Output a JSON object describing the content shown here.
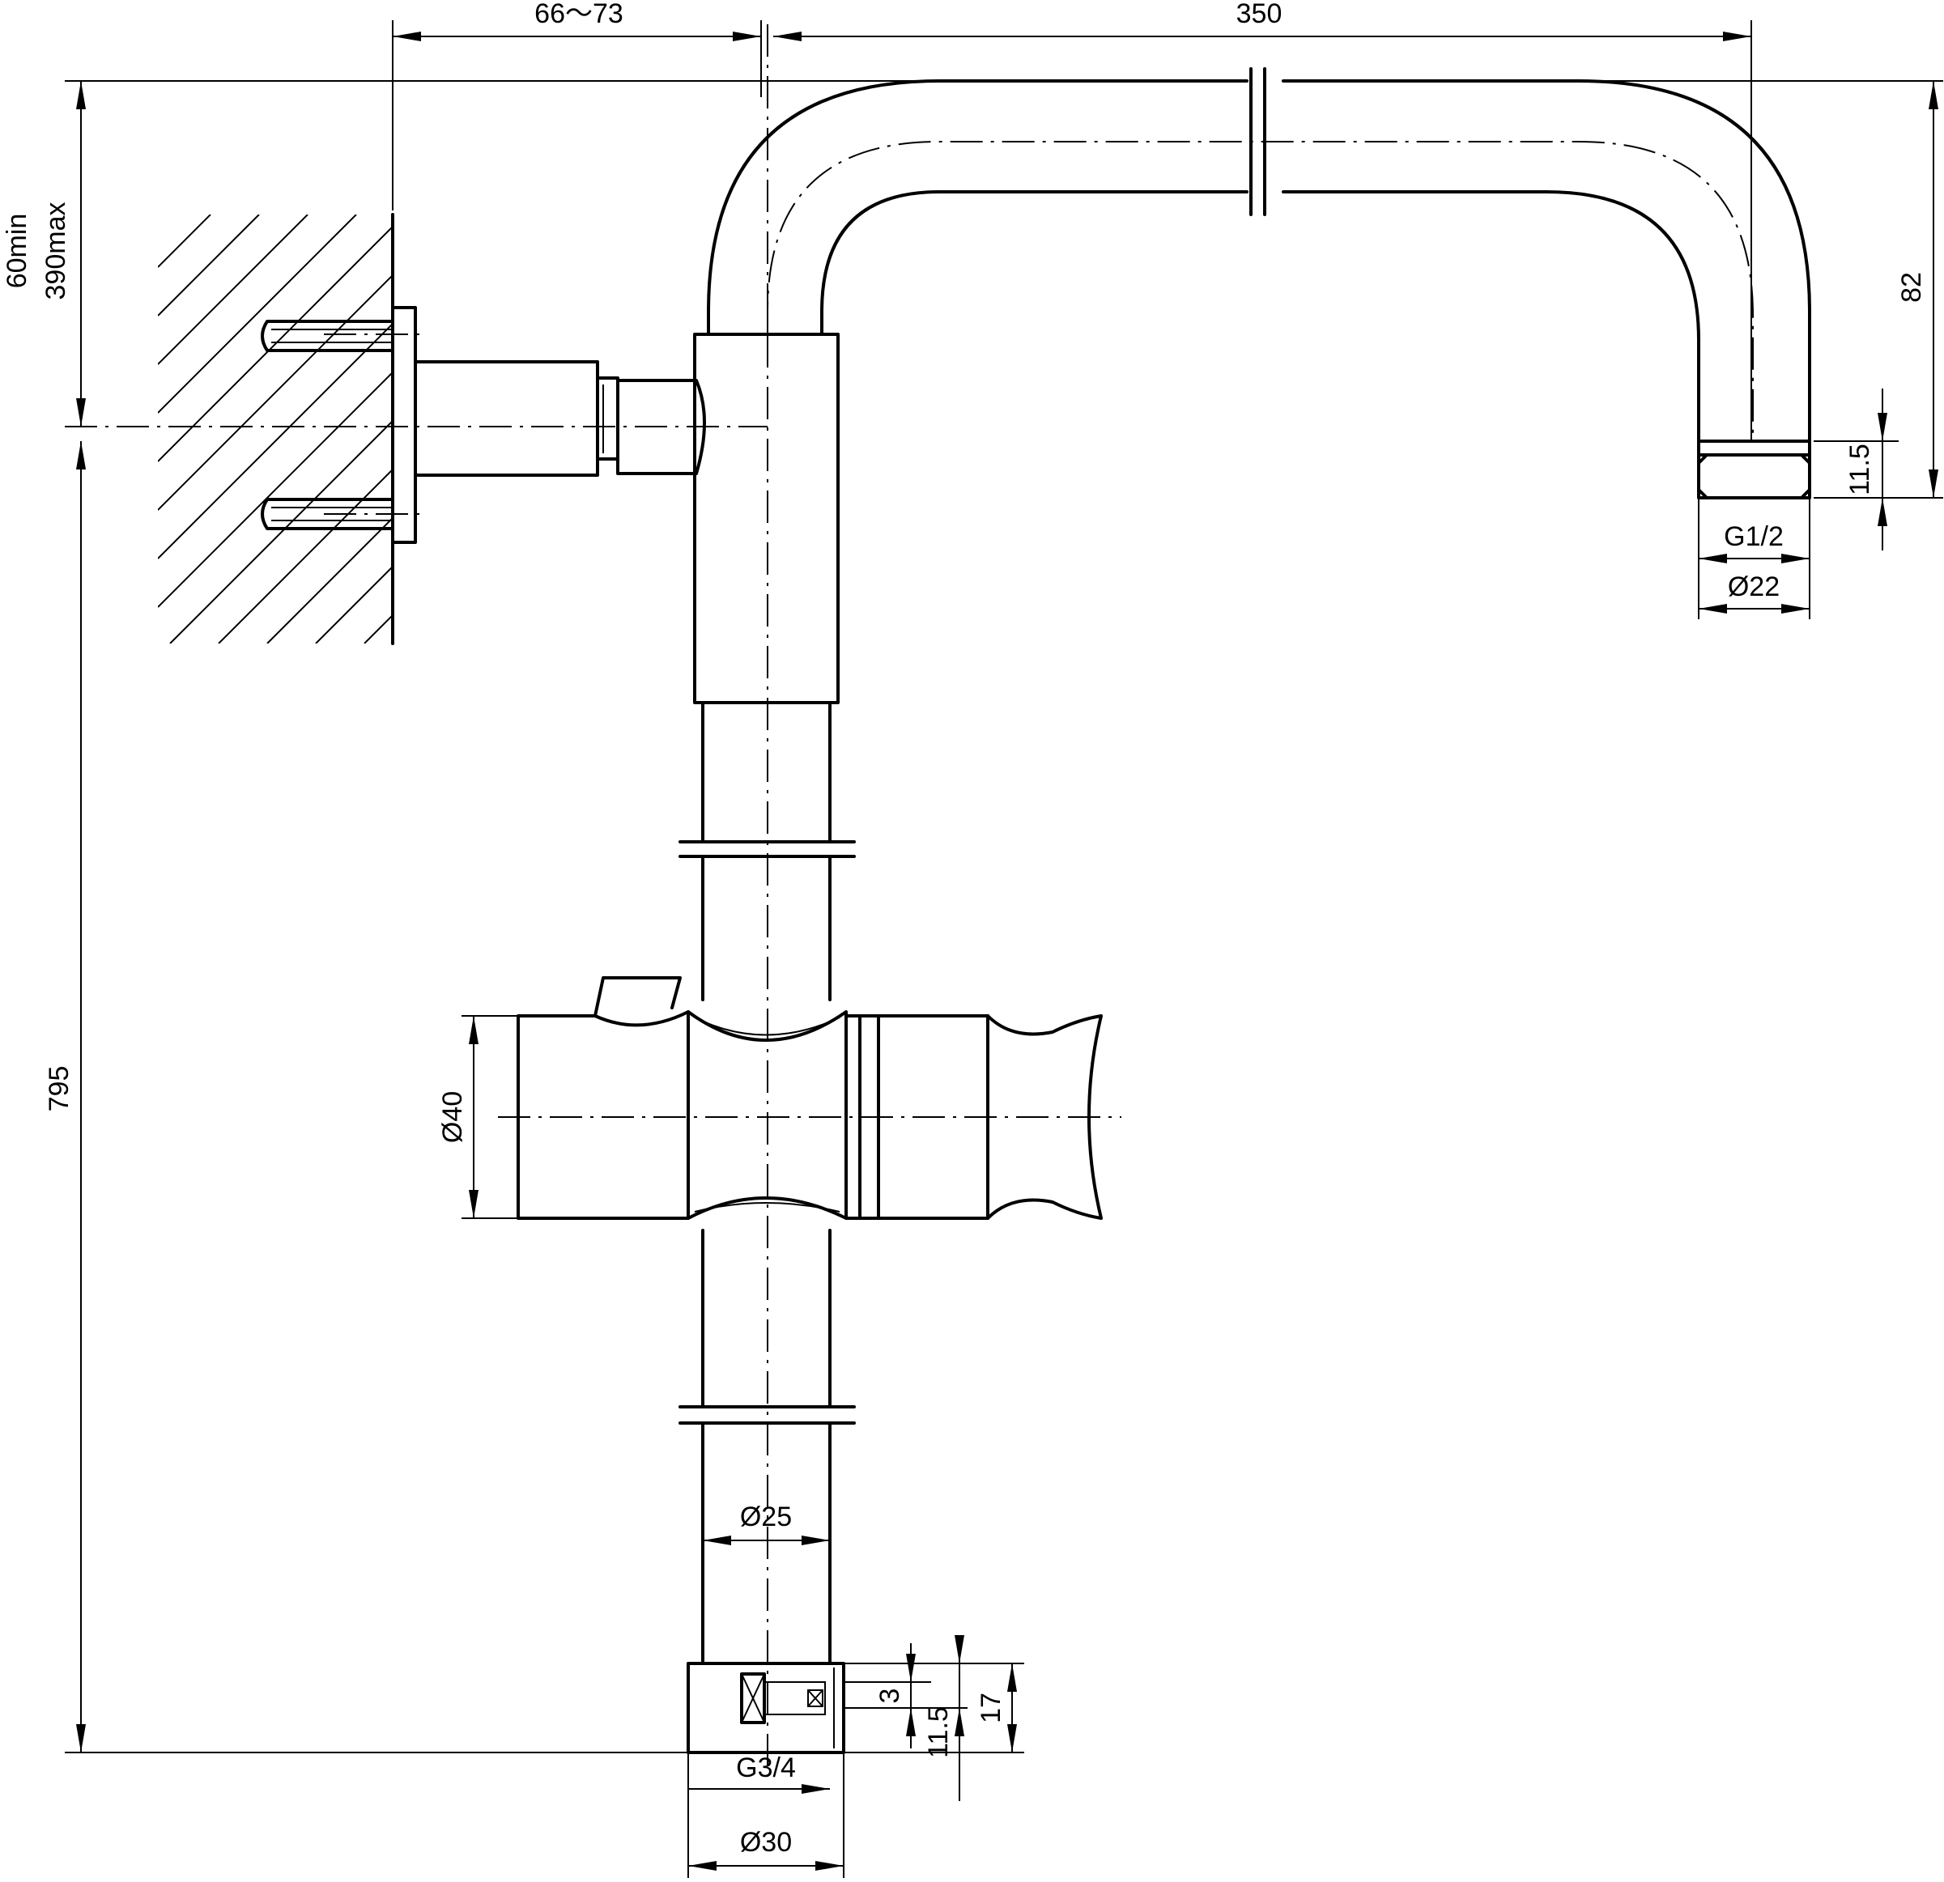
{
  "dimensions": {
    "wall_offset": "66～73",
    "arm_length": "350",
    "wall_min": "60min",
    "wall_max": "390max",
    "arm_drop": "82",
    "outlet_thread_length": "11.5",
    "outlet_thread": "G1/2",
    "outlet_diameter": "Ø22",
    "slider_diameter": "Ø40",
    "total_height": "795",
    "rail_diameter": "Ø25",
    "inlet_depth_small": "3",
    "inlet_depth_mid": "11.5",
    "inlet_depth_large": "17",
    "inlet_thread": "G3/4",
    "inlet_diameter": "Ø30"
  }
}
